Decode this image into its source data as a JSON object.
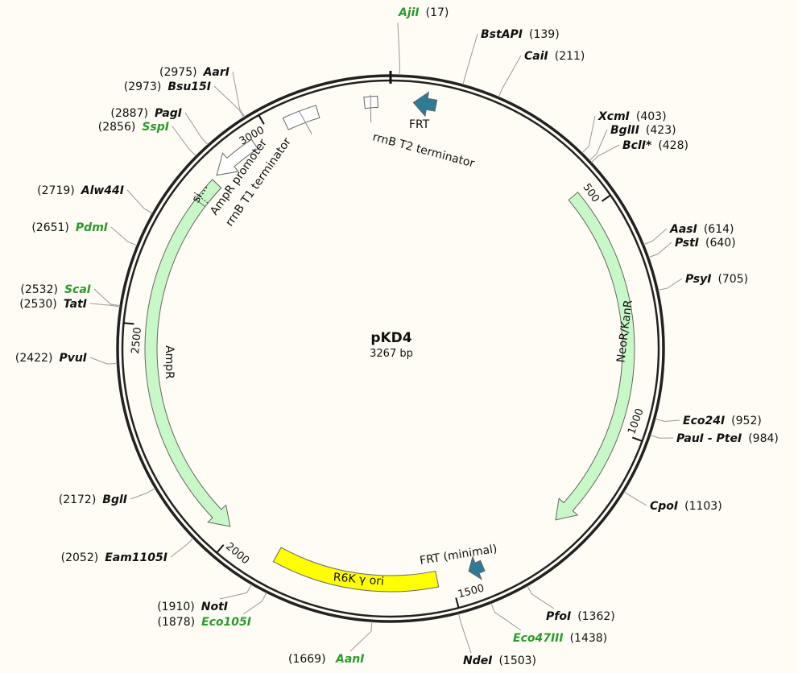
{
  "plasmid": {
    "name": "pKD4",
    "length_label": "3267 bp",
    "length": 3267
  },
  "colors": {
    "backbone": "#222222",
    "green_site": "#2a9a2a",
    "black_site": "#111111",
    "feature_green": "#c8f7c8",
    "feature_blue": "#2e7b96",
    "feature_yellow": "#ffff00",
    "feature_white": "#ffffff"
  },
  "ticks": [
    {
      "bp": 500,
      "label": "500"
    },
    {
      "bp": 1000,
      "label": "1000"
    },
    {
      "bp": 1500,
      "label": "1500"
    },
    {
      "bp": 2000,
      "label": "2000"
    },
    {
      "bp": 2500,
      "label": "2500"
    },
    {
      "bp": 3000,
      "label": "3000"
    }
  ],
  "features": [
    {
      "name": "FRT",
      "label": "FRT",
      "start": 48,
      "end": 96,
      "type": "arrow",
      "dir": "ccw",
      "color": "#2e7b96"
    },
    {
      "name": "rrnB T2 terminator",
      "label": "rrnB T2 terminator",
      "start": 3212,
      "end": 3240,
      "type": "box",
      "color": "#ffffff"
    },
    {
      "name": "NeoR/KanR",
      "label": "NeoR/KanR",
      "start": 455,
      "end": 1235,
      "type": "arrow",
      "dir": "cw",
      "color": "#c8f7c8"
    },
    {
      "name": "FRT (minimal)",
      "label": "FRT (minimal)",
      "start": 1425,
      "end": 1458,
      "type": "arrow",
      "dir": "cw",
      "color": "#2e7b96"
    },
    {
      "name": "R6K γ ori",
      "label": "R6K γ ori",
      "start": 1530,
      "end": 1895,
      "type": "box",
      "color": "#ffff00"
    },
    {
      "name": "AmpR",
      "label": "AmpR",
      "start": 2015,
      "end": 2845,
      "type": "arrow",
      "dir": "ccw",
      "color": "#c8f7c8"
    },
    {
      "name": "signal",
      "label": "si...",
      "start": 2790,
      "end": 2845,
      "type": "box",
      "color": "#c8f7c8"
    },
    {
      "name": "AmpR promoter",
      "label": "AmpR promoter",
      "start": 2858,
      "end": 2962,
      "type": "arrow",
      "dir": "ccw",
      "color": "#ffffff"
    },
    {
      "name": "rrnB T1 terminator",
      "label": "rrnB T1 terminator",
      "start": 3040,
      "end": 3112,
      "type": "box",
      "color": "#ffffff"
    }
  ],
  "sites": [
    {
      "name": "AjiI",
      "pos": "(17)",
      "bp": 17,
      "color": "#2a9a2a"
    },
    {
      "name": "BstAPI",
      "pos": "(139)",
      "bp": 139,
      "color": "#111111"
    },
    {
      "name": "CaiI",
      "pos": "(211)",
      "bp": 211,
      "color": "#111111"
    },
    {
      "name": "XcmI",
      "pos": "(403)",
      "bp": 403,
      "color": "#111111"
    },
    {
      "name": "BglII",
      "pos": "(423)",
      "bp": 423,
      "color": "#111111"
    },
    {
      "name": "BclI*",
      "pos": "(428)",
      "bp": 428,
      "color": "#111111"
    },
    {
      "name": "AasI",
      "pos": "(614)",
      "bp": 614,
      "color": "#111111"
    },
    {
      "name": "PstI",
      "pos": "(640)",
      "bp": 640,
      "color": "#111111"
    },
    {
      "name": "PsyI",
      "pos": "(705)",
      "bp": 705,
      "color": "#111111"
    },
    {
      "name": "Eco24I",
      "pos": "(952)",
      "bp": 952,
      "color": "#111111"
    },
    {
      "name": "PauI - PteI",
      "pos": "(984)",
      "bp": 984,
      "color": "#111111"
    },
    {
      "name": "CpoI",
      "pos": "(1103)",
      "bp": 1103,
      "color": "#111111"
    },
    {
      "name": "PfoI",
      "pos": "(1362)",
      "bp": 1362,
      "color": "#111111"
    },
    {
      "name": "Eco47III",
      "pos": "(1438)",
      "bp": 1438,
      "color": "#2a9a2a"
    },
    {
      "name": "NdeI",
      "pos": "(1503)",
      "bp": 1503,
      "color": "#111111"
    },
    {
      "name": "AanI",
      "pos": "(1669)",
      "bp": 1669,
      "color": "#2a9a2a"
    },
    {
      "name": "Eco105I",
      "pos": "(1878)",
      "bp": 1878,
      "color": "#2a9a2a"
    },
    {
      "name": "NotI",
      "pos": "(1910)",
      "bp": 1910,
      "color": "#111111"
    },
    {
      "name": "Eam1105I",
      "pos": "(2052)",
      "bp": 2052,
      "color": "#111111"
    },
    {
      "name": "BglI",
      "pos": "(2172)",
      "bp": 2172,
      "color": "#111111"
    },
    {
      "name": "PvuI",
      "pos": "(2422)",
      "bp": 2422,
      "color": "#111111"
    },
    {
      "name": "TatI",
      "pos": "(2530)",
      "bp": 2530,
      "color": "#111111"
    },
    {
      "name": "ScaI",
      "pos": "(2532)",
      "bp": 2532,
      "color": "#2a9a2a"
    },
    {
      "name": "PdmI",
      "pos": "(2651)",
      "bp": 2651,
      "color": "#2a9a2a"
    },
    {
      "name": "Alw44I",
      "pos": "(2719)",
      "bp": 2719,
      "color": "#111111"
    },
    {
      "name": "SspI",
      "pos": "(2856)",
      "bp": 2856,
      "color": "#2a9a2a"
    },
    {
      "name": "PagI",
      "pos": "(2887)",
      "bp": 2887,
      "color": "#111111"
    },
    {
      "name": "Bsu15I",
      "pos": "(2973)",
      "bp": 2973,
      "color": "#111111"
    },
    {
      "name": "AarI",
      "pos": "(2975)",
      "bp": 2975,
      "color": "#111111"
    }
  ]
}
